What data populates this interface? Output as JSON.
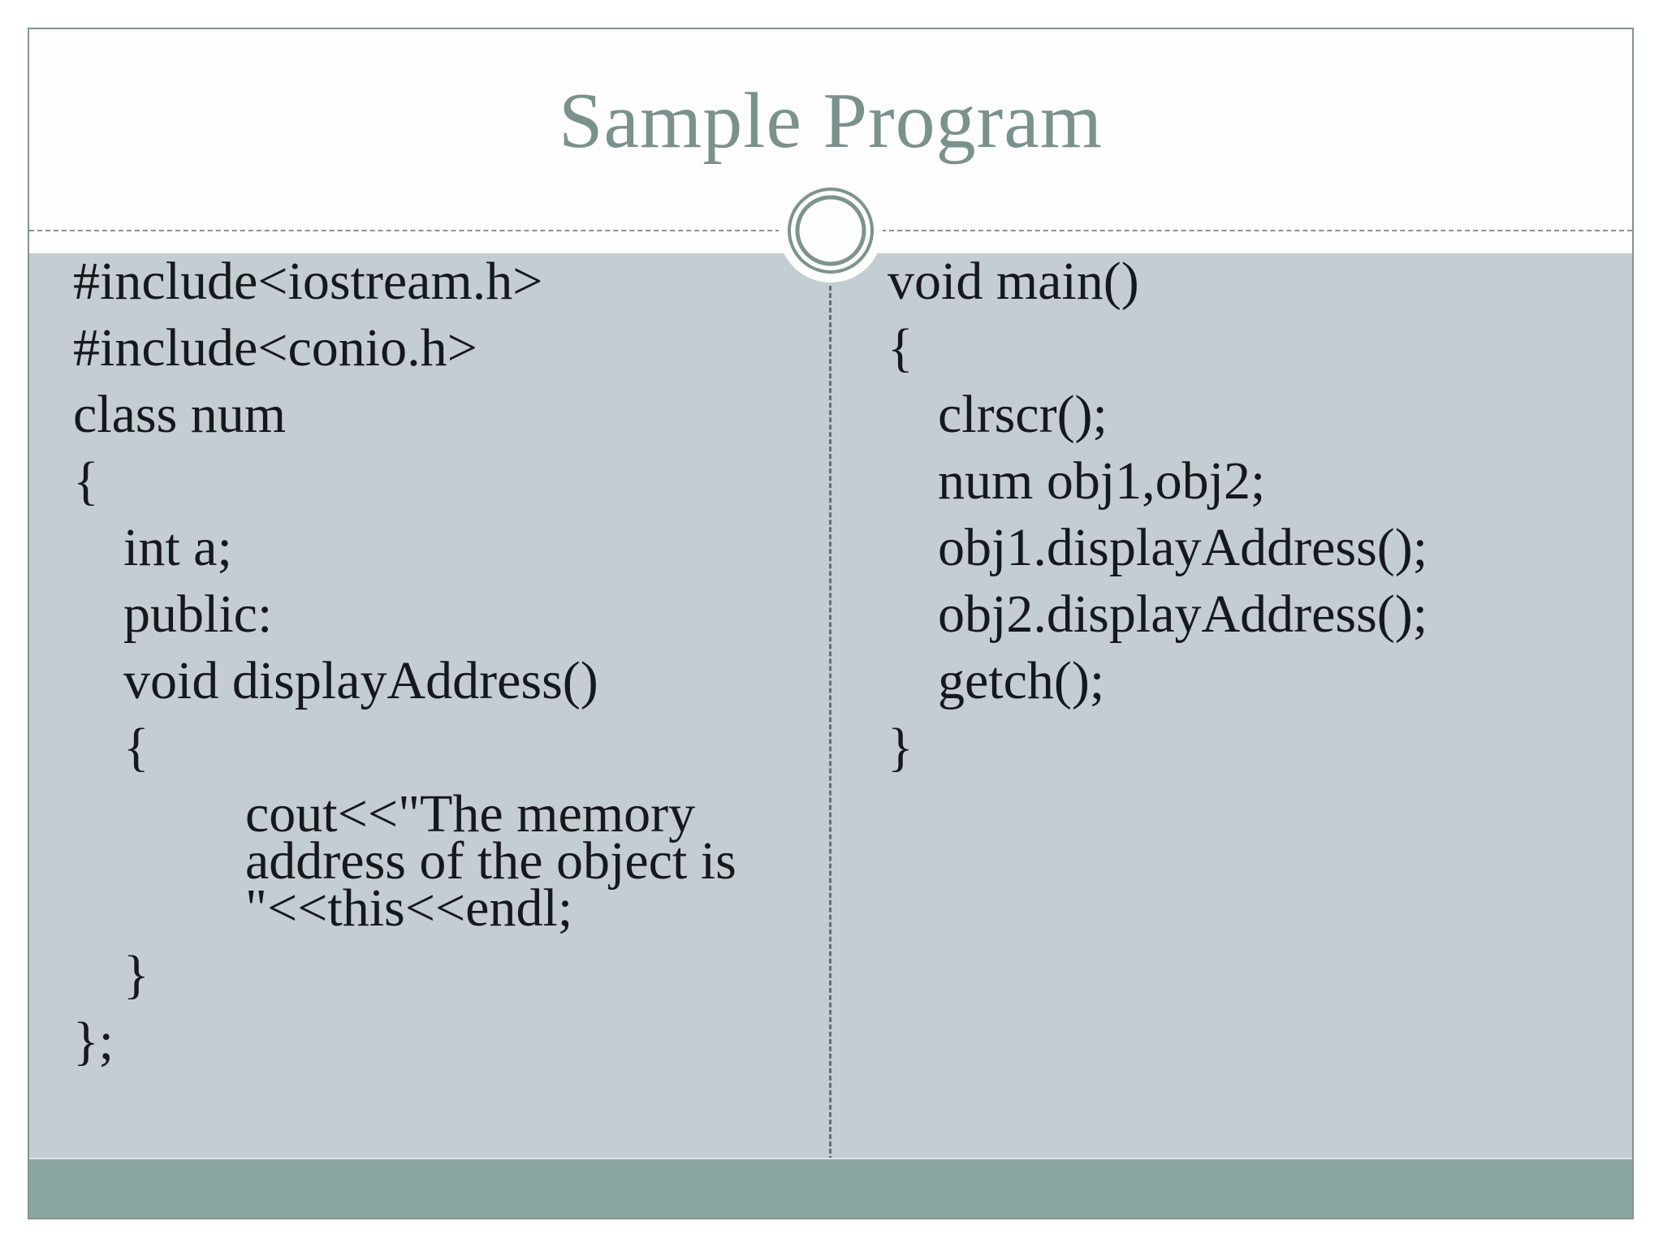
{
  "slide": {
    "title": "Sample Program"
  },
  "colors": {
    "title_text": "#7b918d",
    "frame_border": "#84948e",
    "body_background": "#c4cdd1",
    "footer_band": "#8ba7a2",
    "code_text": "#15181c",
    "column_divider": "#646e79",
    "ornament_ring": "#7e938e"
  },
  "icons": {
    "circle_ornament": "double-ring-circle"
  },
  "code_left": {
    "lines": [
      {
        "text": "#include<iostream.h>",
        "indent": 0,
        "tight": false
      },
      {
        "text": "#include<conio.h>",
        "indent": 0,
        "tight": false
      },
      {
        "text": "class num",
        "indent": 0,
        "tight": false
      },
      {
        "text": "{",
        "indent": 0,
        "tight": false
      },
      {
        "text": "int a;",
        "indent": 1,
        "tight": false
      },
      {
        "text": "public:",
        "indent": 1,
        "tight": false
      },
      {
        "text": "void displayAddress()",
        "indent": 1,
        "tight": false
      },
      {
        "text": "{",
        "indent": 1,
        "tight": false
      },
      {
        "text": "cout<<\"The memory",
        "indent": 2,
        "tight": true
      },
      {
        "text": "address of the object is",
        "indent": 2,
        "tight": true
      },
      {
        "text": "\"<<this<<endl;",
        "indent": 2,
        "tight": false
      },
      {
        "text": "}",
        "indent": 1,
        "tight": false
      },
      {
        "text": "};",
        "indent": 0,
        "tight": false
      }
    ]
  },
  "code_right": {
    "lines": [
      {
        "text": "void main()",
        "indent": 0,
        "tight": false
      },
      {
        "text": "{",
        "indent": 0,
        "tight": false
      },
      {
        "text": "clrscr();",
        "indent": 1,
        "tight": false
      },
      {
        "text": "num obj1,obj2;",
        "indent": 1,
        "tight": false
      },
      {
        "text": "obj1.displayAddress();",
        "indent": 1,
        "tight": false
      },
      {
        "text": "obj2.displayAddress();",
        "indent": 1,
        "tight": false
      },
      {
        "text": "getch();",
        "indent": 1,
        "tight": false
      },
      {
        "text": "}",
        "indent": 0,
        "tight": false
      }
    ]
  }
}
